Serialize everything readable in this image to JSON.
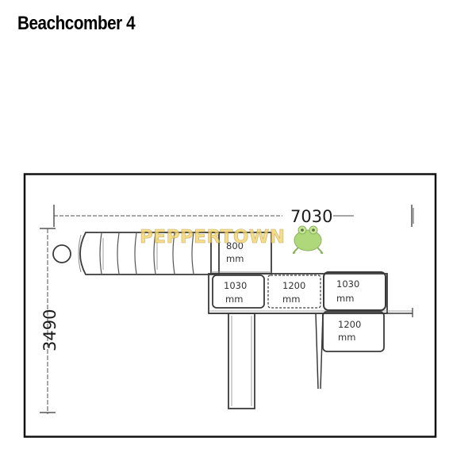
{
  "title": "Beachcomber 4",
  "dimensions": {
    "width_label": "7030",
    "depth_label": "3490"
  },
  "rooms": [
    {
      "size": "800",
      "unit": "mm"
    },
    {
      "size": "1030",
      "unit": "mm"
    },
    {
      "size": "1200",
      "unit": "mm"
    },
    {
      "size": "1030",
      "unit": "mm"
    },
    {
      "size": "1200",
      "unit": "mm"
    }
  ],
  "watermark": {
    "text": "PEPPERTOWN",
    "colors": {
      "fill": "#f3d36b",
      "frog": "#9bcf5a"
    }
  }
}
